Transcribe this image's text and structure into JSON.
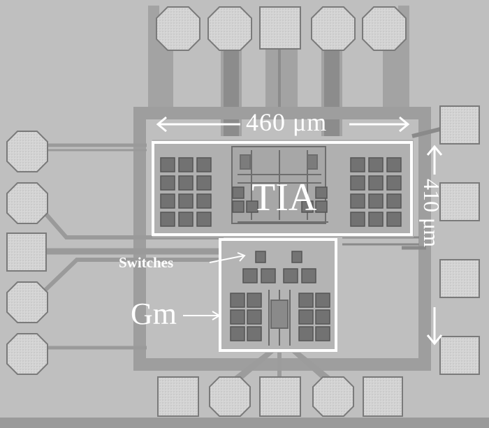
{
  "labels": {
    "width_dimension": "460 μm",
    "height_dimension": "410 μm",
    "tia": "TIA",
    "switches": "Switches",
    "gm": "Gm"
  },
  "colors": {
    "background": "#bebebe",
    "metal_dark": "#8f8f8f",
    "pad": "#d6d6d6",
    "annotation": "#ffffff"
  }
}
